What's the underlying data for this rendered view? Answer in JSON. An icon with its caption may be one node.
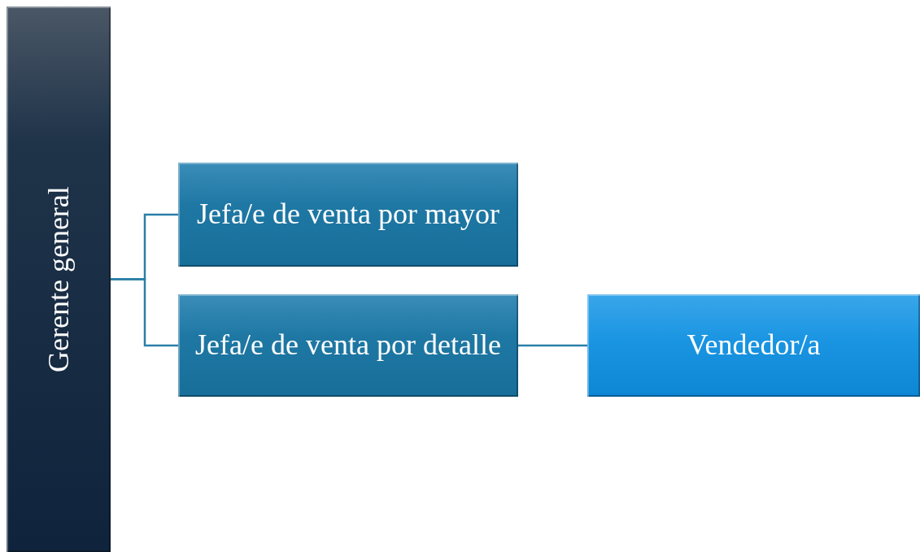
{
  "diagram": {
    "nodes": [
      {
        "text": [
          "Gerente general"
        ]
      },
      {
        "text": [
          "Jefa/e de venta por mayor"
        ]
      },
      {
        "text": [
          "Jefa/e de venta por detalle"
        ]
      },
      {
        "text": [
          "Vendedor/a"
        ]
      }
    ],
    "edges": [
      {
        "from": 0,
        "to": 1,
        "arrow": "none"
      },
      {
        "from": 0,
        "to": 2,
        "arrow": "none"
      },
      {
        "from": 2,
        "to": 3,
        "arrow": "none"
      }
    ]
  }
}
